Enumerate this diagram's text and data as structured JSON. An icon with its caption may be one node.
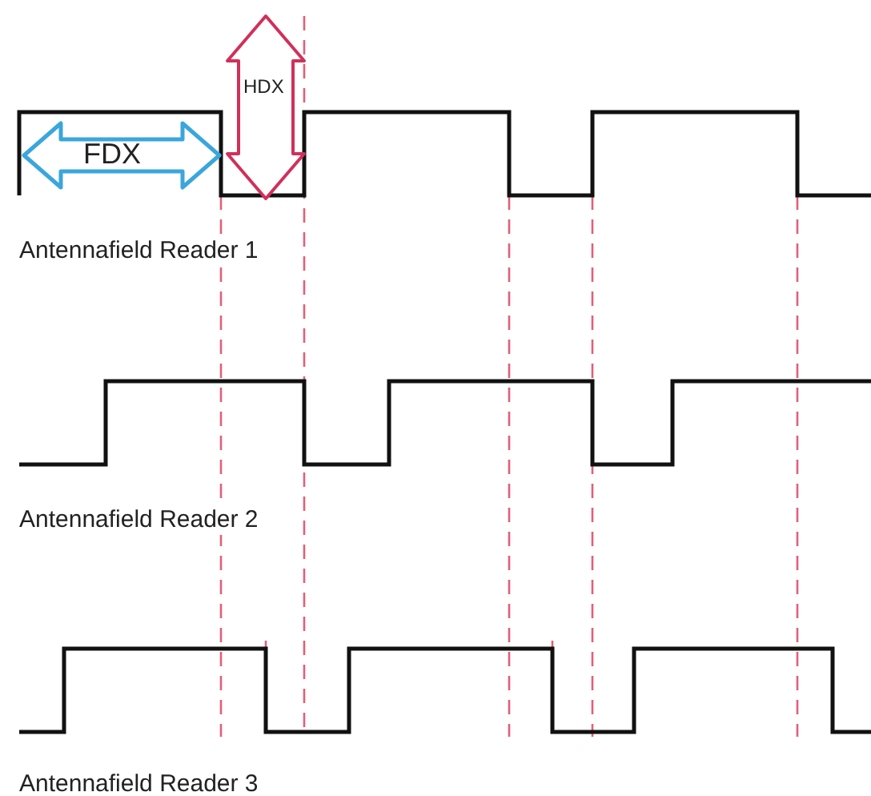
{
  "diagram": {
    "labels": [
      "HDX",
      "FDX",
      "Antennafield Reader 1",
      "Antennafield Reader 2",
      "Antennafield Reader 3"
    ]
  }
}
